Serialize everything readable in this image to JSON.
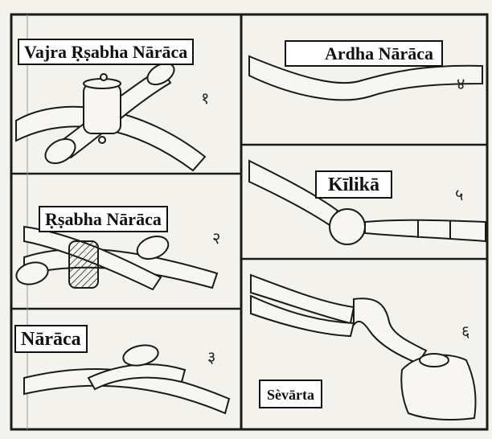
{
  "colors": {
    "paper": "#f4f2ec",
    "ink": "#1a1a1a",
    "label_bg": "#ffffff"
  },
  "panels": [
    {
      "id": "vajra-rsabha-naraca",
      "label": "Vajra Ṛṣabha Nārāca",
      "numeral": "१"
    },
    {
      "id": "rsabha-naraca",
      "label": "Ṛṣabha Nārāca",
      "numeral": "२"
    },
    {
      "id": "naraca",
      "label": "Nārāca",
      "numeral": "३"
    },
    {
      "id": "ardha-naraca",
      "label": "Ardha Nārāca",
      "numeral": "४"
    },
    {
      "id": "kilika",
      "label": "Kīlikā",
      "numeral": "५"
    },
    {
      "id": "sevarta",
      "label": "Sèvārta",
      "numeral": "६"
    }
  ]
}
